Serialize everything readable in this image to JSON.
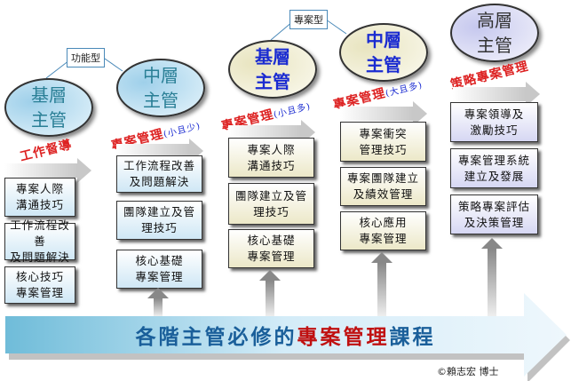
{
  "types": {
    "functional": "功能型",
    "project": "專案型"
  },
  "columns": [
    {
      "title": "基層\n主管",
      "label": "工作督導",
      "sub": "",
      "items": [
        "專案人際\n溝通技巧",
        "工作流程改善\n及問題解決",
        "核心技巧\n專案管理"
      ]
    },
    {
      "title": "中層\n主管",
      "label": "專案管理",
      "sub": "(小且少)",
      "items": [
        "工作流程改善\n及問題解決",
        "團隊建立及管\n理技巧",
        "核心基礎\n專案管理"
      ]
    },
    {
      "title": "基層\n主管",
      "label": "專案管理",
      "sub": "(小且多)",
      "items": [
        "專案人際\n溝通技巧",
        "團隊建立及管\n理技巧",
        "核心基礎\n專案管理"
      ]
    },
    {
      "title": "中層\n主管",
      "label": "專案管理",
      "sub": "(大且多)",
      "items": [
        "專案衝突\n管理技巧",
        "專案團隊建立\n及績效管理",
        "核心應用\n專案管理"
      ]
    },
    {
      "title": "高層\n主管",
      "label": "策略專案管理",
      "sub": "",
      "items": [
        "專案領導及\n激勵技巧",
        "專案管理系統\n建立及發展",
        "策略專案評估\n及決策管理"
      ]
    }
  ],
  "banner": {
    "pre": "各階主管必修的",
    "highlight": "專案管理",
    "post": "課程"
  },
  "copyright": "©賴志宏 博士"
}
